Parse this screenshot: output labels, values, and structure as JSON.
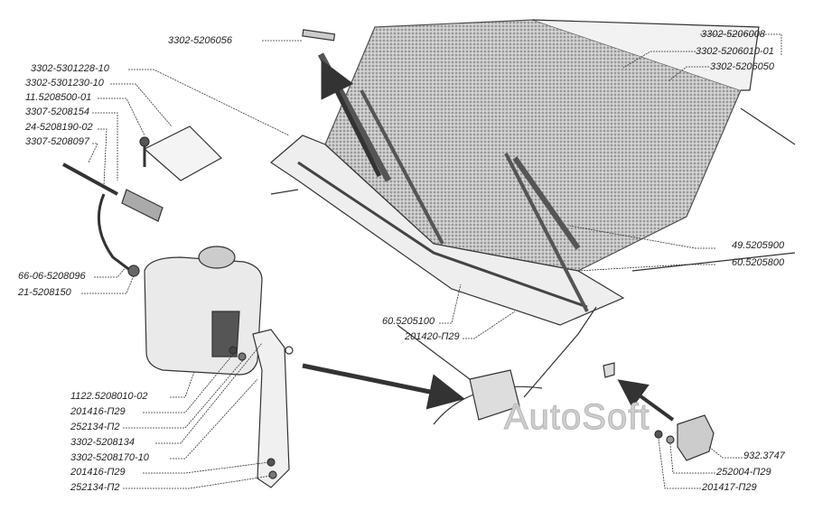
{
  "title": "Windshield wiper and washer parts diagram",
  "watermark": "AutoSoft",
  "labels": {
    "blade_cover": "3302-5206056",
    "windshield_1": "3302-5206008",
    "windshield_2": "3302-5206010-01",
    "windshield_3": "3302-5206050",
    "hood_seal_1": "3302-5301228-10",
    "hood_seal_2": "3302-5301230-10",
    "nozzle": "11.5208500-01",
    "part_5208154": "3307-5208154",
    "part_5208190": "24-5208190-02",
    "part_5208097": "3307-5208097",
    "hose": "66-06-5208096",
    "plug": "21-5208150",
    "washer_tank": "1122.5208010-02",
    "bolt_1": "201416-П29",
    "washer_1": "252134-П2",
    "bracket": "3302-5208134",
    "bracket_2": "3302-5208170-10",
    "bolt_2": "201416-П29",
    "washer_2": "252134-П2",
    "linkage": "60.5205100",
    "bolt_3": "201420-П29",
    "blade": "49.5205900",
    "arm": "60.5205800",
    "relay": "932.3747",
    "washer_3": "252004-П29",
    "bolt_4": "201417-П29"
  }
}
